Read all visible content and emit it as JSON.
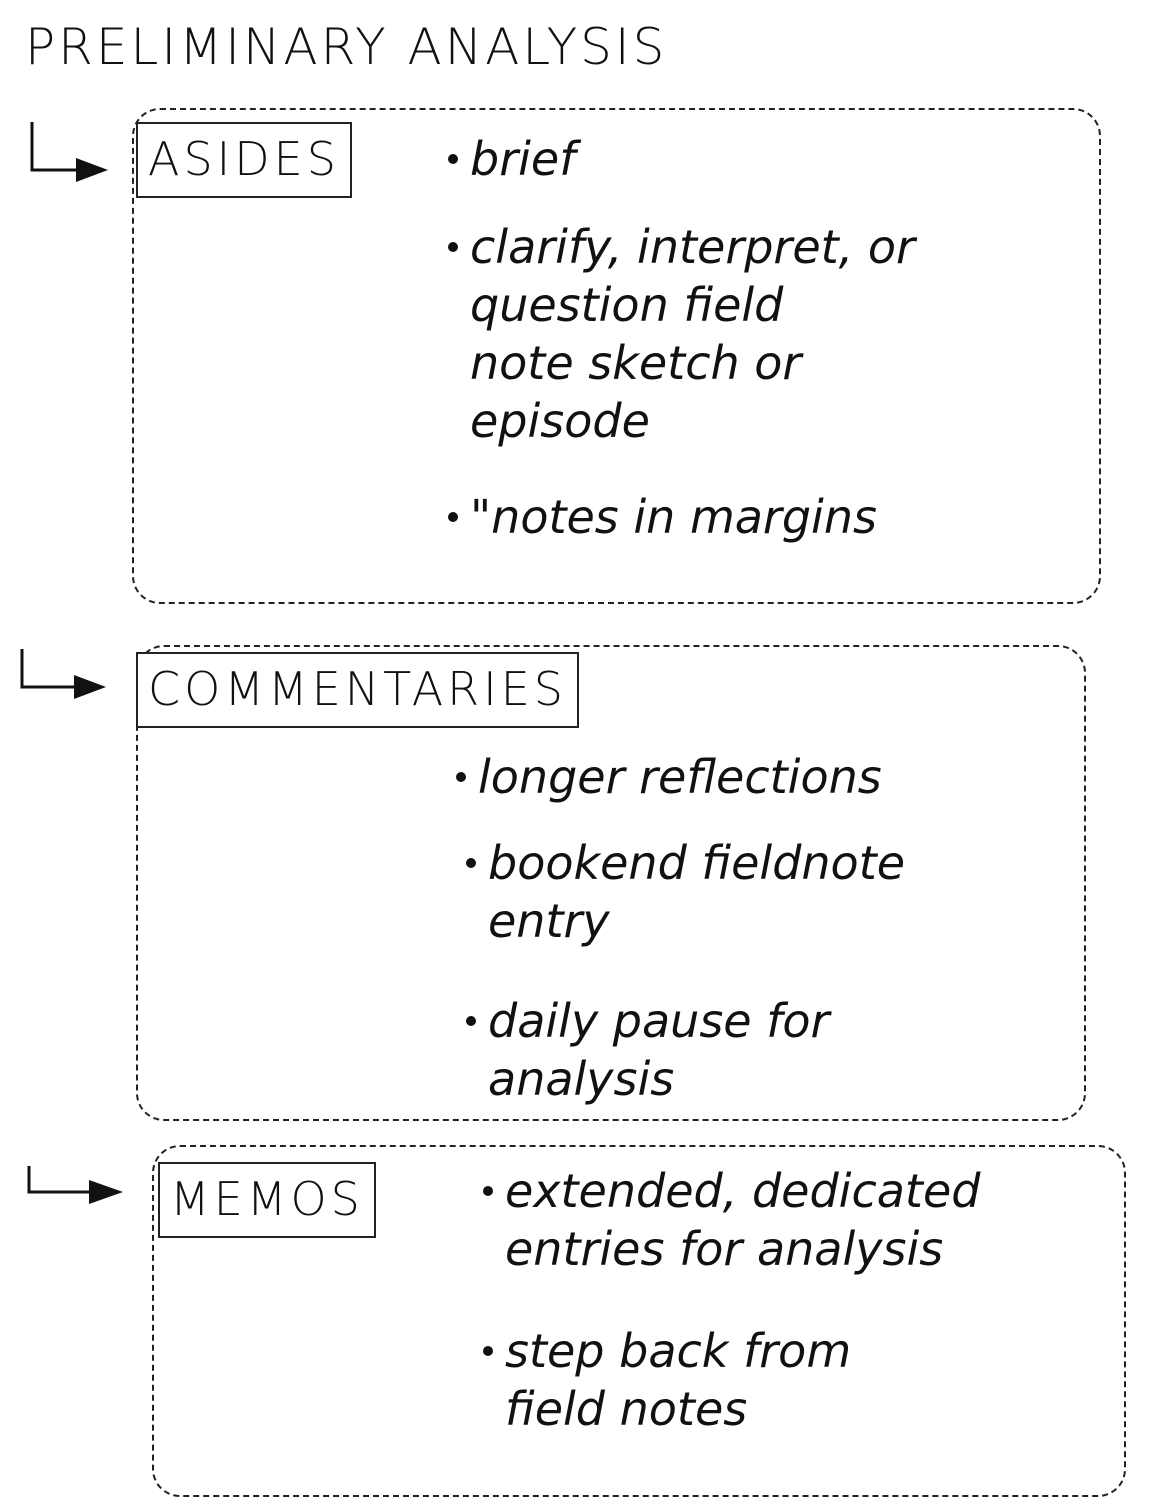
{
  "title": "PRELIMINARY ANALYSIS",
  "sections": [
    {
      "label": "ASIDES",
      "bullets": [
        {
          "lines": [
            "brief"
          ]
        },
        {
          "lines": [
            "clarify, interpret, or",
            "question field",
            "note sketch or",
            "episode"
          ]
        },
        {
          "lines": [
            "\"notes in margins"
          ]
        }
      ]
    },
    {
      "label": "COMMENTARIES",
      "bullets": [
        {
          "lines": [
            "longer reflections"
          ]
        },
        {
          "lines": [
            "bookend fieldnote",
            "entry"
          ]
        },
        {
          "lines": [
            "daily pause for",
            "analysis"
          ]
        }
      ]
    },
    {
      "label": "MEMOS",
      "bullets": [
        {
          "lines": [
            "extended, dedicated",
            "entries for analysis"
          ]
        },
        {
          "lines": [
            "step back from",
            "field notes"
          ]
        }
      ]
    }
  ]
}
